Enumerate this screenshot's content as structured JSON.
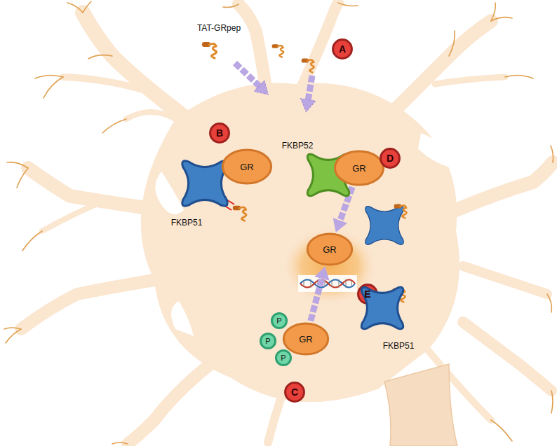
{
  "diagram": {
    "nodes": [
      {
        "text": [
          "A"
        ]
      },
      {
        "text": [
          "B"
        ]
      },
      {
        "text": [
          "FKBP51"
        ]
      },
      {
        "text": [
          "GR"
        ]
      },
      {
        "text": [
          "FKBP52"
        ]
      },
      {
        "text": [
          "GR"
        ]
      },
      {
        "text": [
          "D"
        ]
      },
      {
        "text": [
          "GR"
        ]
      },
      {
        "text": [
          "E"
        ]
      },
      {
        "text": [
          "P"
        ]
      },
      {
        "text": [
          "P"
        ]
      },
      {
        "text": [
          "P"
        ]
      },
      {
        "text": [
          "GR"
        ]
      },
      {
        "text": [
          "FKBP51"
        ]
      },
      {
        "text": [
          "C"
        ]
      }
    ],
    "edges": [
      {
        "from": 5,
        "to": 7,
        "arrow": "to"
      },
      {
        "from": 12,
        "to": 7,
        "arrow": "to"
      }
    ],
    "labels": [
      "TAT-GRpep"
    ]
  }
}
